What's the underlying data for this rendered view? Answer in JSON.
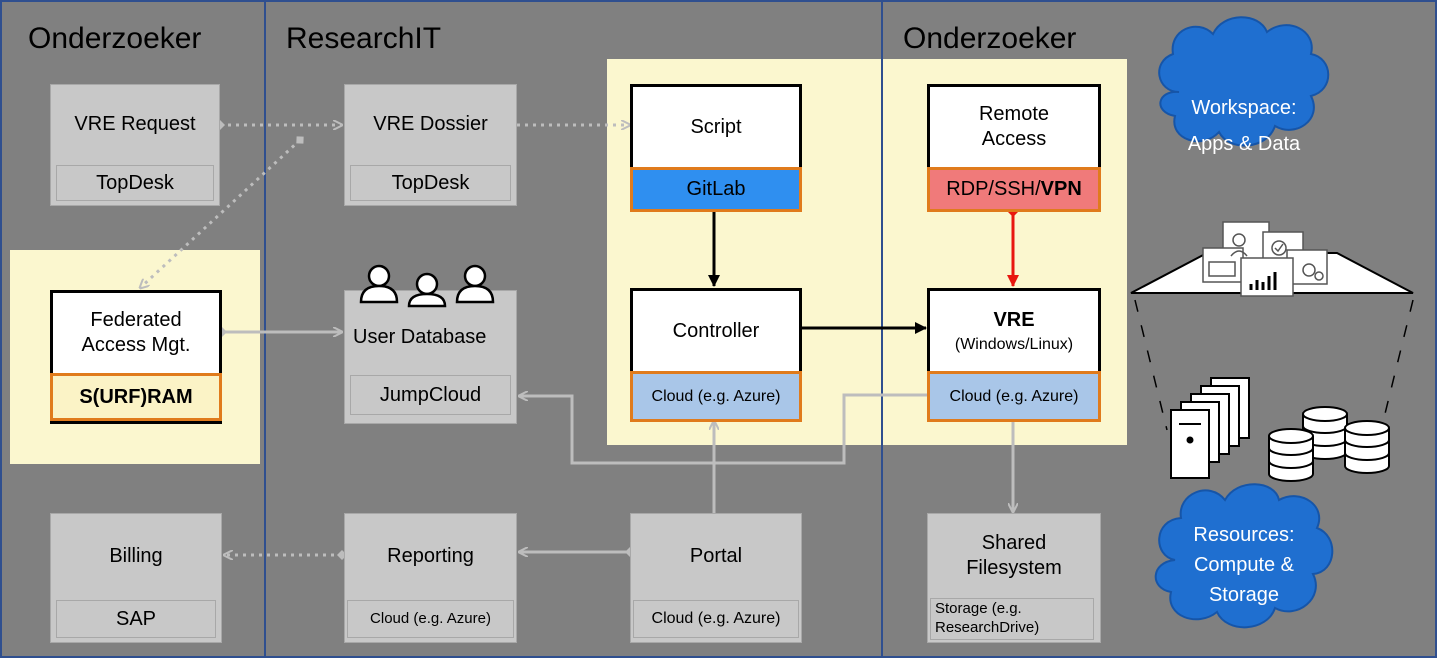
{
  "lanes": {
    "left_title": "Onderzoeker",
    "middle_title": "ResearchIT",
    "right_title": "Onderzoeker"
  },
  "boxes": {
    "vre_request": {
      "label": "VRE Request",
      "sub": "TopDesk"
    },
    "vre_dossier": {
      "label": "VRE Dossier",
      "sub": "TopDesk"
    },
    "script": {
      "label": "Script",
      "sub": "GitLab"
    },
    "remote_access": {
      "label_line1": "Remote",
      "label_line2": "Access",
      "sub_part1": "RDP/SSH/",
      "sub_part2": "VPN"
    },
    "federated": {
      "label_line1": "Federated",
      "label_line2": "Access Mgt.",
      "sub": "S(URF)RAM"
    },
    "user_database": {
      "label": "User Database",
      "sub": "JumpCloud"
    },
    "controller": {
      "label": "Controller",
      "sub": "Cloud (e.g. Azure)"
    },
    "vre": {
      "label": "VRE",
      "label_sub": "(Windows/Linux)",
      "sub": "Cloud (e.g. Azure)"
    },
    "billing": {
      "label": "Billing",
      "sub": "SAP"
    },
    "reporting": {
      "label": "Reporting",
      "sub": "Cloud (e.g. Azure)"
    },
    "portal": {
      "label": "Portal",
      "sub": "Cloud (e.g. Azure)"
    },
    "shared_fs": {
      "label_line1": "Shared",
      "label_line2": "Filesystem",
      "sub_line1": "Storage (e.g.",
      "sub_line2": "ResearchDrive)"
    }
  },
  "clouds": {
    "workspace_line1": "Workspace:",
    "workspace_line2": "Apps & Data",
    "resources_line1": "Resources:",
    "resources_line2": "Compute &",
    "resources_line3": "Storage"
  },
  "colors": {
    "background": "#808080",
    "lane_border": "#2f4f8f",
    "zone": "#fbf7cf",
    "grey_box": "#c8c8c8",
    "orange_border": "#e07b1c",
    "gitlab": "#2f8ff0",
    "rdp": "#f07a7a",
    "cloud_sub": "#a9c6e8",
    "cloud_blue": "#1f6fd0",
    "red_arrow": "#e8170f"
  }
}
